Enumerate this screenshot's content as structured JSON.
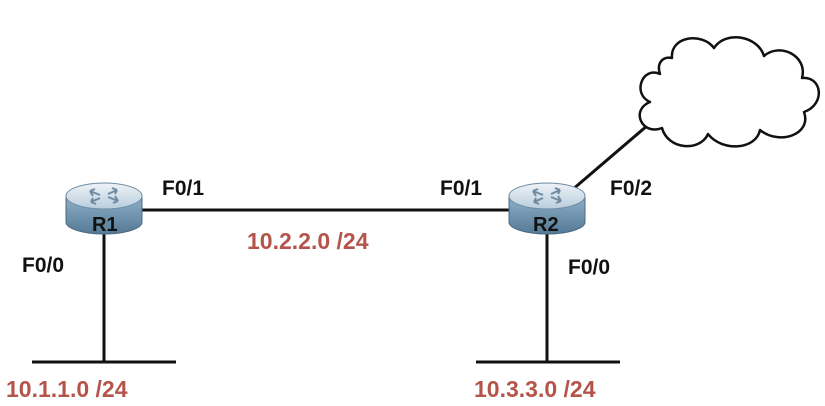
{
  "colors": {
    "network_label": "#b5544a",
    "link": "#111111",
    "router_top": "#dfe8f0",
    "router_body": "#7f9fb8"
  },
  "routers": {
    "r1": {
      "name": "R1",
      "icon": "router-icon"
    },
    "r2": {
      "name": "R2",
      "icon": "router-icon"
    }
  },
  "interfaces": {
    "r1_f01": "F0/1",
    "r1_f00": "F0/0",
    "r2_f01": "F0/1",
    "r2_f02": "F0/2",
    "r2_f00": "F0/0"
  },
  "networks": {
    "r1_r2_link": "10.2.2.0 /24",
    "r1_lan": "10.1.1.0 /24",
    "r2_lan": "10.3.3.0 /24"
  },
  "cloud": {
    "icon": "cloud-icon"
  }
}
